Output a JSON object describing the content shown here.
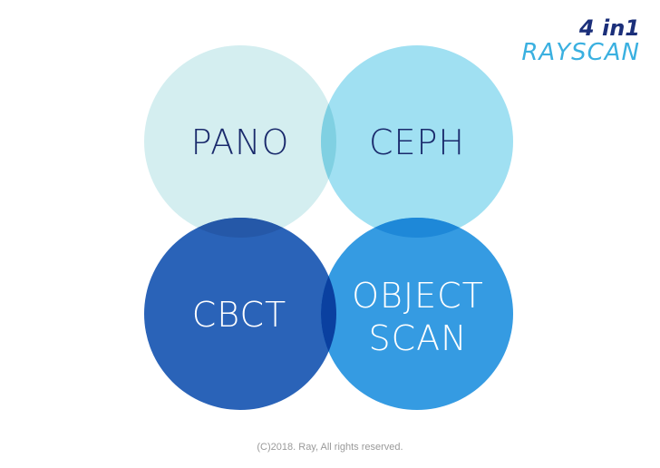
{
  "logo": {
    "line1": "4 in1",
    "line2": "RAYSCAN"
  },
  "circles": [
    {
      "label": "PANO",
      "color": "#d4eef0",
      "text_color": "#1a2a6c"
    },
    {
      "label": "CEPH",
      "color": "#a0e0f2",
      "text_color": "#1a2a6c"
    },
    {
      "label": "CBCT",
      "color": "#2a63b8",
      "text_color": "#ffffff"
    },
    {
      "label_line1": "OBJECT",
      "label_line2": "SCAN",
      "color": "#359be2",
      "text_color": "#ffffff"
    }
  ],
  "footer": "(C)2018. Ray, All rights reserved."
}
